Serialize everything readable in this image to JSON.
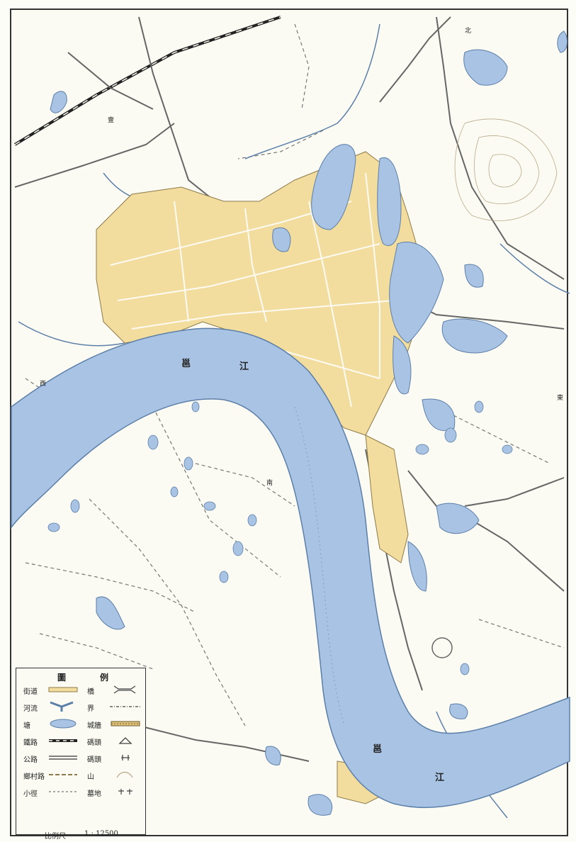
{
  "map": {
    "river_labels": [
      "邕",
      "江",
      "邕",
      "江"
    ],
    "place_labels": [
      "壹",
      "北",
      "西",
      "南",
      "東"
    ]
  },
  "legend": {
    "title_left": "圖",
    "title_right": "例",
    "left_items": [
      "街道",
      "河流",
      "塘",
      "鐵路",
      "公路",
      "鄉村路",
      "小徑"
    ],
    "right_items": [
      "橋",
      "界",
      "城牆",
      "碼頭",
      "碼頭",
      "山",
      "墓地"
    ],
    "scale_label": "比例尺",
    "scale_value": "1 : 12500"
  },
  "colors": {
    "water": "#a9c3e4",
    "water_edge": "#5c7fa8",
    "urban": "#f3dd9e",
    "urban_edge": "#8c7a4a",
    "road": "#555555",
    "railway": "#222222",
    "paper": "#fbfbf3"
  }
}
